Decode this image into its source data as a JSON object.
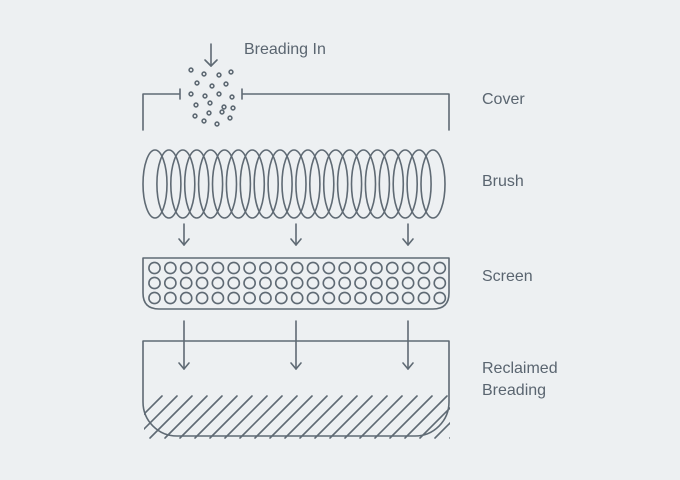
{
  "labels": {
    "breading_in": "Breading In",
    "cover": "Cover",
    "brush": "Brush",
    "screen": "Screen",
    "reclaimed_line1": "Reclaimed",
    "reclaimed_line2": "Breading"
  },
  "colors": {
    "background": "#edf0f2",
    "stroke": "#5f6a74",
    "text": "#5a6570"
  }
}
